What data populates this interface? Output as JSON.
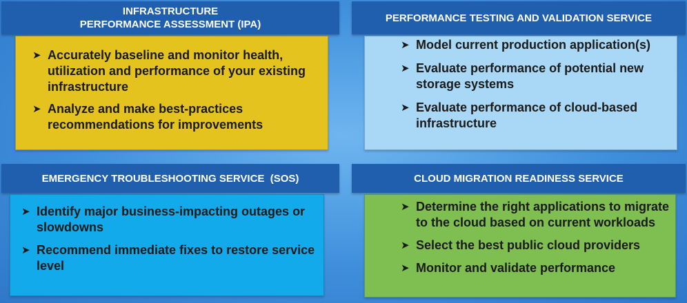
{
  "colors": {
    "header_bg": "#1f5fae",
    "ipa_panel": "#e5c31f",
    "ptv_panel": "#a8d8f6",
    "sos_panel": "#12aaea",
    "cmr_panel": "#7fbf52"
  },
  "bullet_icon": "arrow-head",
  "ipa": {
    "title_line1": "INFRASTRUCTURE",
    "title_line2": "PERFORMANCE ASSESSMENT (IPA)",
    "items": [
      "Accurately baseline and monitor health, utilization and performance of your existing infrastructure",
      "Analyze and make best-practices recommendations for improvements"
    ]
  },
  "ptv": {
    "title": "PERFORMANCE TESTING AND VALIDATION SERVICE",
    "items": [
      "Model current production application(s)",
      "Evaluate performance of potential new storage systems",
      "Evaluate performance of cloud-based infrastructure"
    ]
  },
  "sos": {
    "title": "EMERGENCY TROUBLESHOOTING SERVICE  (SOS)",
    "items": [
      "Identify major business-impacting outages or slowdowns",
      "Recommend immediate fixes to restore service level"
    ]
  },
  "cmr": {
    "title": "CLOUD MIGRATION READINESS SERVICE",
    "items": [
      "Determine the right applications to migrate to the cloud based on current workloads",
      "Select the best public cloud providers",
      "Monitor and validate performance"
    ]
  }
}
